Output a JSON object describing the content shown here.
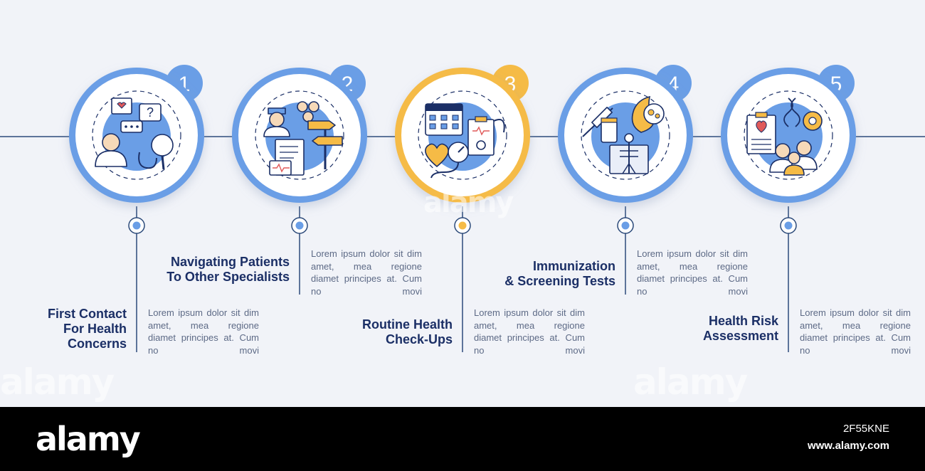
{
  "steps": [
    {
      "number": "1",
      "title_lines": [
        "First Contact",
        "For Health",
        "Concerns"
      ],
      "desc_lines": [
        "Lorem ipsum dolor sit dim",
        "amet, mea regione",
        "diamet principes at. Cum",
        "no movi"
      ]
    },
    {
      "number": "2",
      "title_lines": [
        "Navigating Patients",
        "To Other Specialists"
      ],
      "desc_lines": [
        "Lorem ipsum dolor sit dim",
        "amet, mea regione",
        "diamet principes at. Cum",
        "no movi"
      ]
    },
    {
      "number": "3",
      "title_lines": [
        "Routine Health",
        "Check-Ups"
      ],
      "desc_lines": [
        "Lorem ipsum dolor sit dim",
        "amet, mea regione",
        "diamet principes at. Cum",
        "no movi"
      ]
    },
    {
      "number": "4",
      "title_lines": [
        "Immunization",
        "& Screening Tests"
      ],
      "desc_lines": [
        "Lorem ipsum dolor sit dim",
        "amet, mea regione",
        "diamet principes at. Cum",
        "no movi"
      ]
    },
    {
      "number": "5",
      "title_lines": [
        "Health Risk",
        "Assessment"
      ],
      "desc_lines": [
        "Lorem ipsum dolor sit dim",
        "amet, mea regione",
        "diamet principes at. Cum",
        "no movi"
      ]
    }
  ],
  "colors": {
    "blue": "#6a9ee6",
    "blue_dark": "#5b8de0",
    "orange": "#f5bb46",
    "navy": "#1b2f66",
    "bg": "#f1f3f8",
    "line": "#2c4a7a"
  },
  "icons": [
    "doctor-chat-icon",
    "patient-navigation-icon",
    "checkup-calendar-icon",
    "vaccine-xray-icon",
    "risk-assessment-icon"
  ],
  "footer": {
    "logo": "alamy",
    "image_id": "2F55KNE",
    "site": "www.alamy.com"
  },
  "watermark": "alamy"
}
